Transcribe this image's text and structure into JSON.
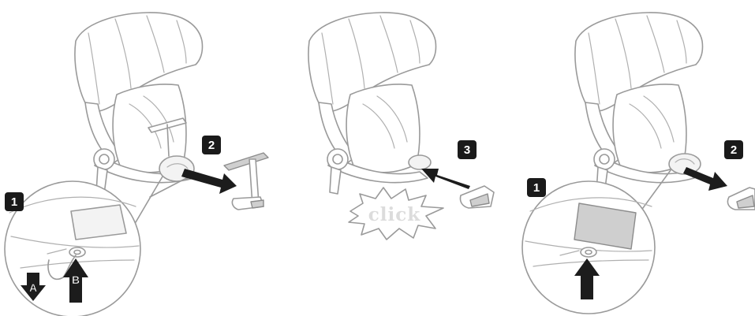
{
  "panels": [
    {
      "badges": [
        {
          "label": "1"
        },
        {
          "label": "2"
        }
      ],
      "detail_labels": [
        "A",
        "B"
      ]
    },
    {
      "badges": [
        {
          "label": "3"
        }
      ],
      "sound_effect": "click"
    },
    {
      "badges": [
        {
          "label": "1"
        },
        {
          "label": "2"
        }
      ]
    }
  ],
  "colors": {
    "line_art": "#9a9a9a",
    "badge": "#1a1a1a",
    "arrow": "#1c1c1c",
    "click_text": "#dcdcdc"
  }
}
